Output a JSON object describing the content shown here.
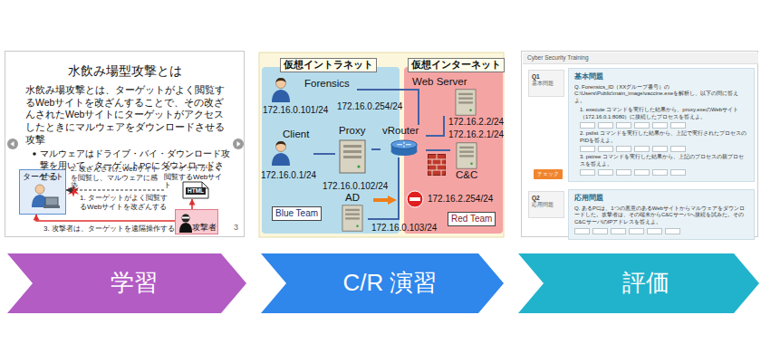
{
  "diagram": {
    "nodes": [
      {
        "text": [
          "水飲み場型攻撃とは",
          "水飲み場攻撃とは、ターゲットがよく閲覧するWebサイトを改ざんすることで、その改ざんされたWebサイトにターゲットがアクセスしたときにマルウェアをダウンロードさせる攻撃",
          "マルウェアはドライブ・バイ・ダウンロード攻撃を用いて、ターゲットPCにダウンロードさせる"
        ]
      },
      {
        "text": [
          "ターゲット"
        ],
        "in": 0
      },
      {
        "text": [
          "ターゲットがよく閲覧するWebサイト",
          "HTML"
        ],
        "in": 0
      },
      {
        "text": [
          "攻撃者"
        ],
        "in": 0
      },
      {
        "text": [
          "仮想イントラネット"
        ]
      },
      {
        "text": [
          "Forensics"
        ],
        "in": 4
      },
      {
        "text": [
          "Client"
        ],
        "in": 4
      },
      {
        "text": [
          "Proxy"
        ],
        "in": 4
      },
      {
        "text": [
          "AD"
        ],
        "in": 4
      },
      {
        "text": [
          "Blue Team"
        ],
        "in": 4
      },
      {
        "text": [
          "仮想インターネット"
        ]
      },
      {
        "text": [
          "Web Server"
        ],
        "in": 10
      },
      {
        "text": [
          "C&C"
        ],
        "in": 10
      },
      {
        "text": [
          "Red Team"
        ],
        "in": 10
      },
      {
        "text": [
          "vRouter"
        ]
      },
      {
        "text": [
          "Cyber Security Training"
        ]
      },
      {
        "text": [
          "Q1",
          "基本問題"
        ],
        "in": 15
      },
      {
        "text": [
          "基本問題",
          "Q. Forensics_ID（XXグループ番号）のC:\\Users\\Public\\main_image\\vaccine.exeを解析し、以下の問に答えよ。",
          "1. execute コマンドを実行した結果から、proxy.exeのWebサイト（172.16.0.1:8080）に接続したプロセスを答えよ。",
          "2. pslist コマンドを実行した結果から、上記で実行されたプロセスのPIDを答えよ。",
          "3. pstree コマンドを実行した結果から、上記のプロセスの親プロセスを答えよ。"
        ],
        "in": 15
      },
      {
        "text": [
          "チェック"
        ],
        "in": 15
      },
      {
        "text": [
          "Q2",
          "応用問題"
        ],
        "in": 15
      },
      {
        "text": [
          "応用問題",
          "Q. あるPCは、1つの悪意のあるWebサイトからマルウェアをダウンロードした。攻撃者は、その端末からC&Cサーバへ接続を試みた。そのC&CサーバのIPアドレスを答えよ。"
        ],
        "in": 15
      },
      {
        "text": [
          "学習"
        ]
      },
      {
        "text": [
          "C/R 演習"
        ]
      },
      {
        "text": [
          "評価"
        ]
      }
    ],
    "edges": [
      {
        "from": 3,
        "to": 2,
        "arrow": "to",
        "label": "1. ターゲットがよく閲覧するWebサイトを改ざんする"
      },
      {
        "from": 2,
        "to": 1,
        "arrow": "to",
        "label": "2. 改ざんされたWebサイトを閲覧し、マルウェアに感染"
      },
      {
        "from": 3,
        "to": 1,
        "arrow": "to",
        "label": "3. 攻撃者は、ターゲットを遠隔操作する"
      },
      {
        "from": 5,
        "to": 14,
        "arrow": "none"
      },
      {
        "from": 6,
        "to": 7,
        "arrow": "none"
      },
      {
        "from": 7,
        "to": 14,
        "arrow": "none"
      },
      {
        "from": 8,
        "to": 14,
        "arrow": "none"
      },
      {
        "from": 14,
        "to": 11,
        "arrow": "none"
      },
      {
        "from": 14,
        "to": 12,
        "arrow": "none"
      }
    ],
    "labels": [
      "3",
      "172.16.0.101/24",
      "172.16.0.254/24",
      "172.16.0.1/24",
      "172.16.0.102/24",
      "172.16.0.103/24",
      "172.16.2.2/24",
      "172.16.2.1/24",
      "172.16.2.254/24"
    ]
  }
}
